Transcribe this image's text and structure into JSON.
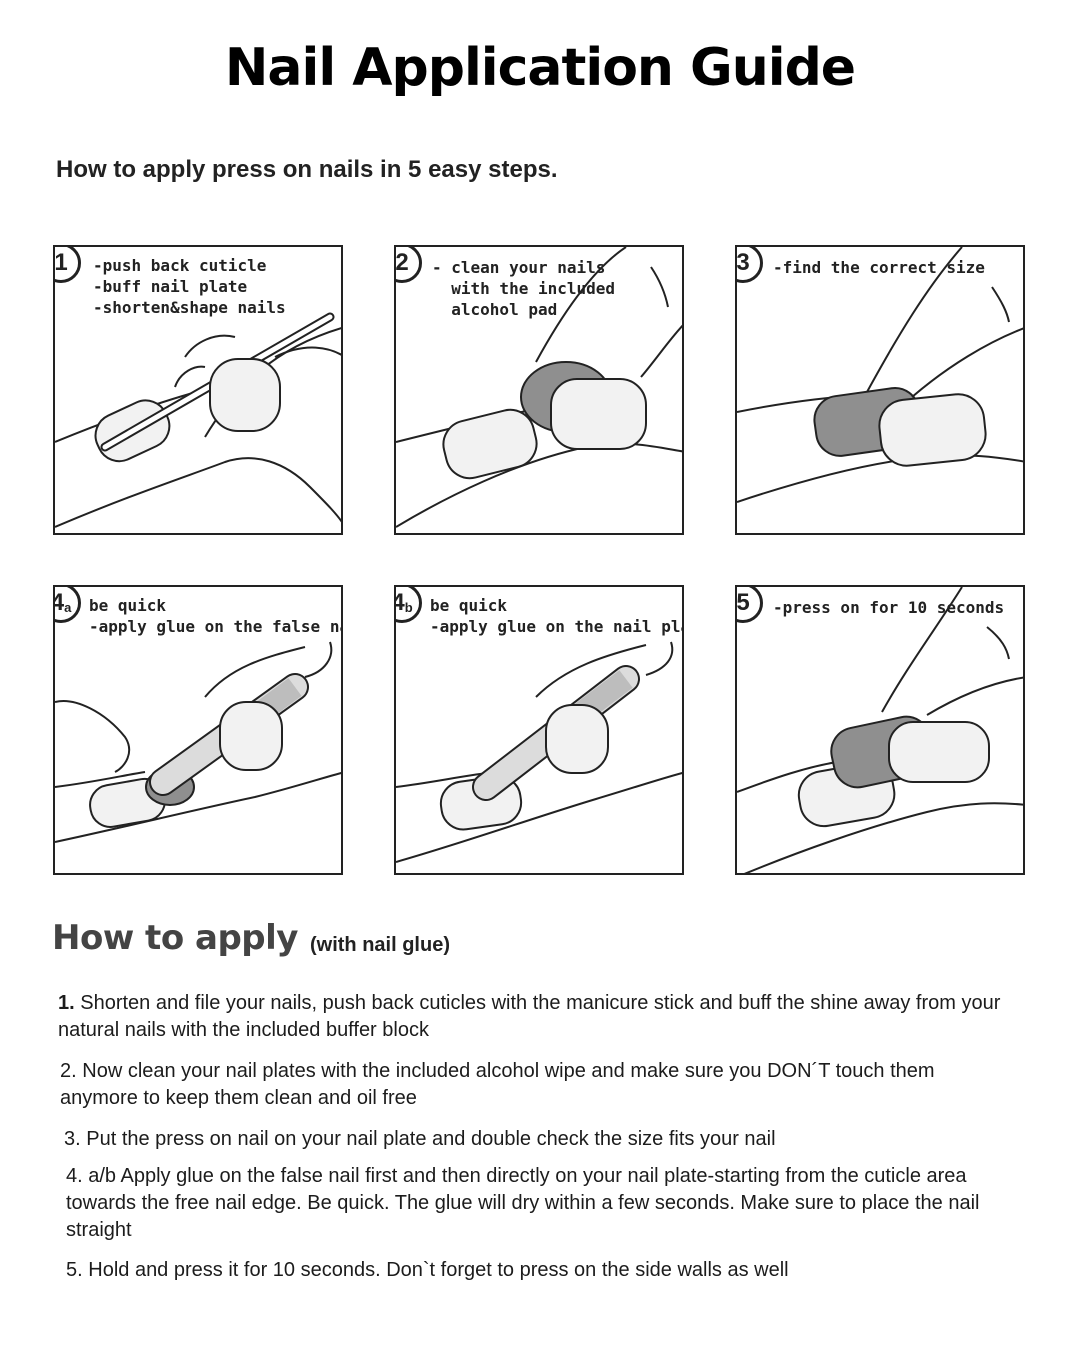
{
  "title": "Nail Application Guide",
  "subtitle": "How to apply press on nails in 5 easy steps.",
  "panels": [
    {
      "badge": "1",
      "badge_sub": "",
      "text": "-push back cuticle\n-buff nail plate\n-shorten&shape nails"
    },
    {
      "badge": "2",
      "badge_sub": "",
      "text": "- clean your nails\n  with the included\n  alcohol pad"
    },
    {
      "badge": "3",
      "badge_sub": "",
      "text": "-find the correct size"
    },
    {
      "badge": "4",
      "badge_sub": "a",
      "text": "be quick\n-apply glue on the false nail"
    },
    {
      "badge": "4",
      "badge_sub": "b",
      "text": "be quick\n-apply glue on the nail plate"
    },
    {
      "badge": "5",
      "badge_sub": "",
      "text": "-press on for 10 seconds"
    }
  ],
  "howto": {
    "heading": "How to apply",
    "note": "(with nail glue)",
    "steps": [
      {
        "num": "1.",
        "text": "Shorten and file your nails, push back cuticles with the manicure stick and buff the shine away from your natural nails with the included buffer block"
      },
      {
        "num": "2.",
        "text": "Now clean your nail plates with the included alcohol wipe and make sure you DON´T touch them anymore to keep them clean and oil free"
      },
      {
        "num": "3.",
        "text": "Put the press on nail on your nail plate and double check the size fits your nail"
      },
      {
        "num": "4.",
        "text": "a/b Apply glue on the false nail first and then directly on your nail plate-starting from the cuticle area towards the free nail edge. Be quick. The glue will dry within a few seconds. Make sure to place the nail straight"
      },
      {
        "num": "5.",
        "text": "Hold and press it for 10 seconds. Don`t forget to press on the side walls as well"
      }
    ]
  },
  "colors": {
    "line": "#222222",
    "nail_fill": "#f2f2f2",
    "dark_nail": "#8f8f8f",
    "heading_gray": "#444444"
  }
}
